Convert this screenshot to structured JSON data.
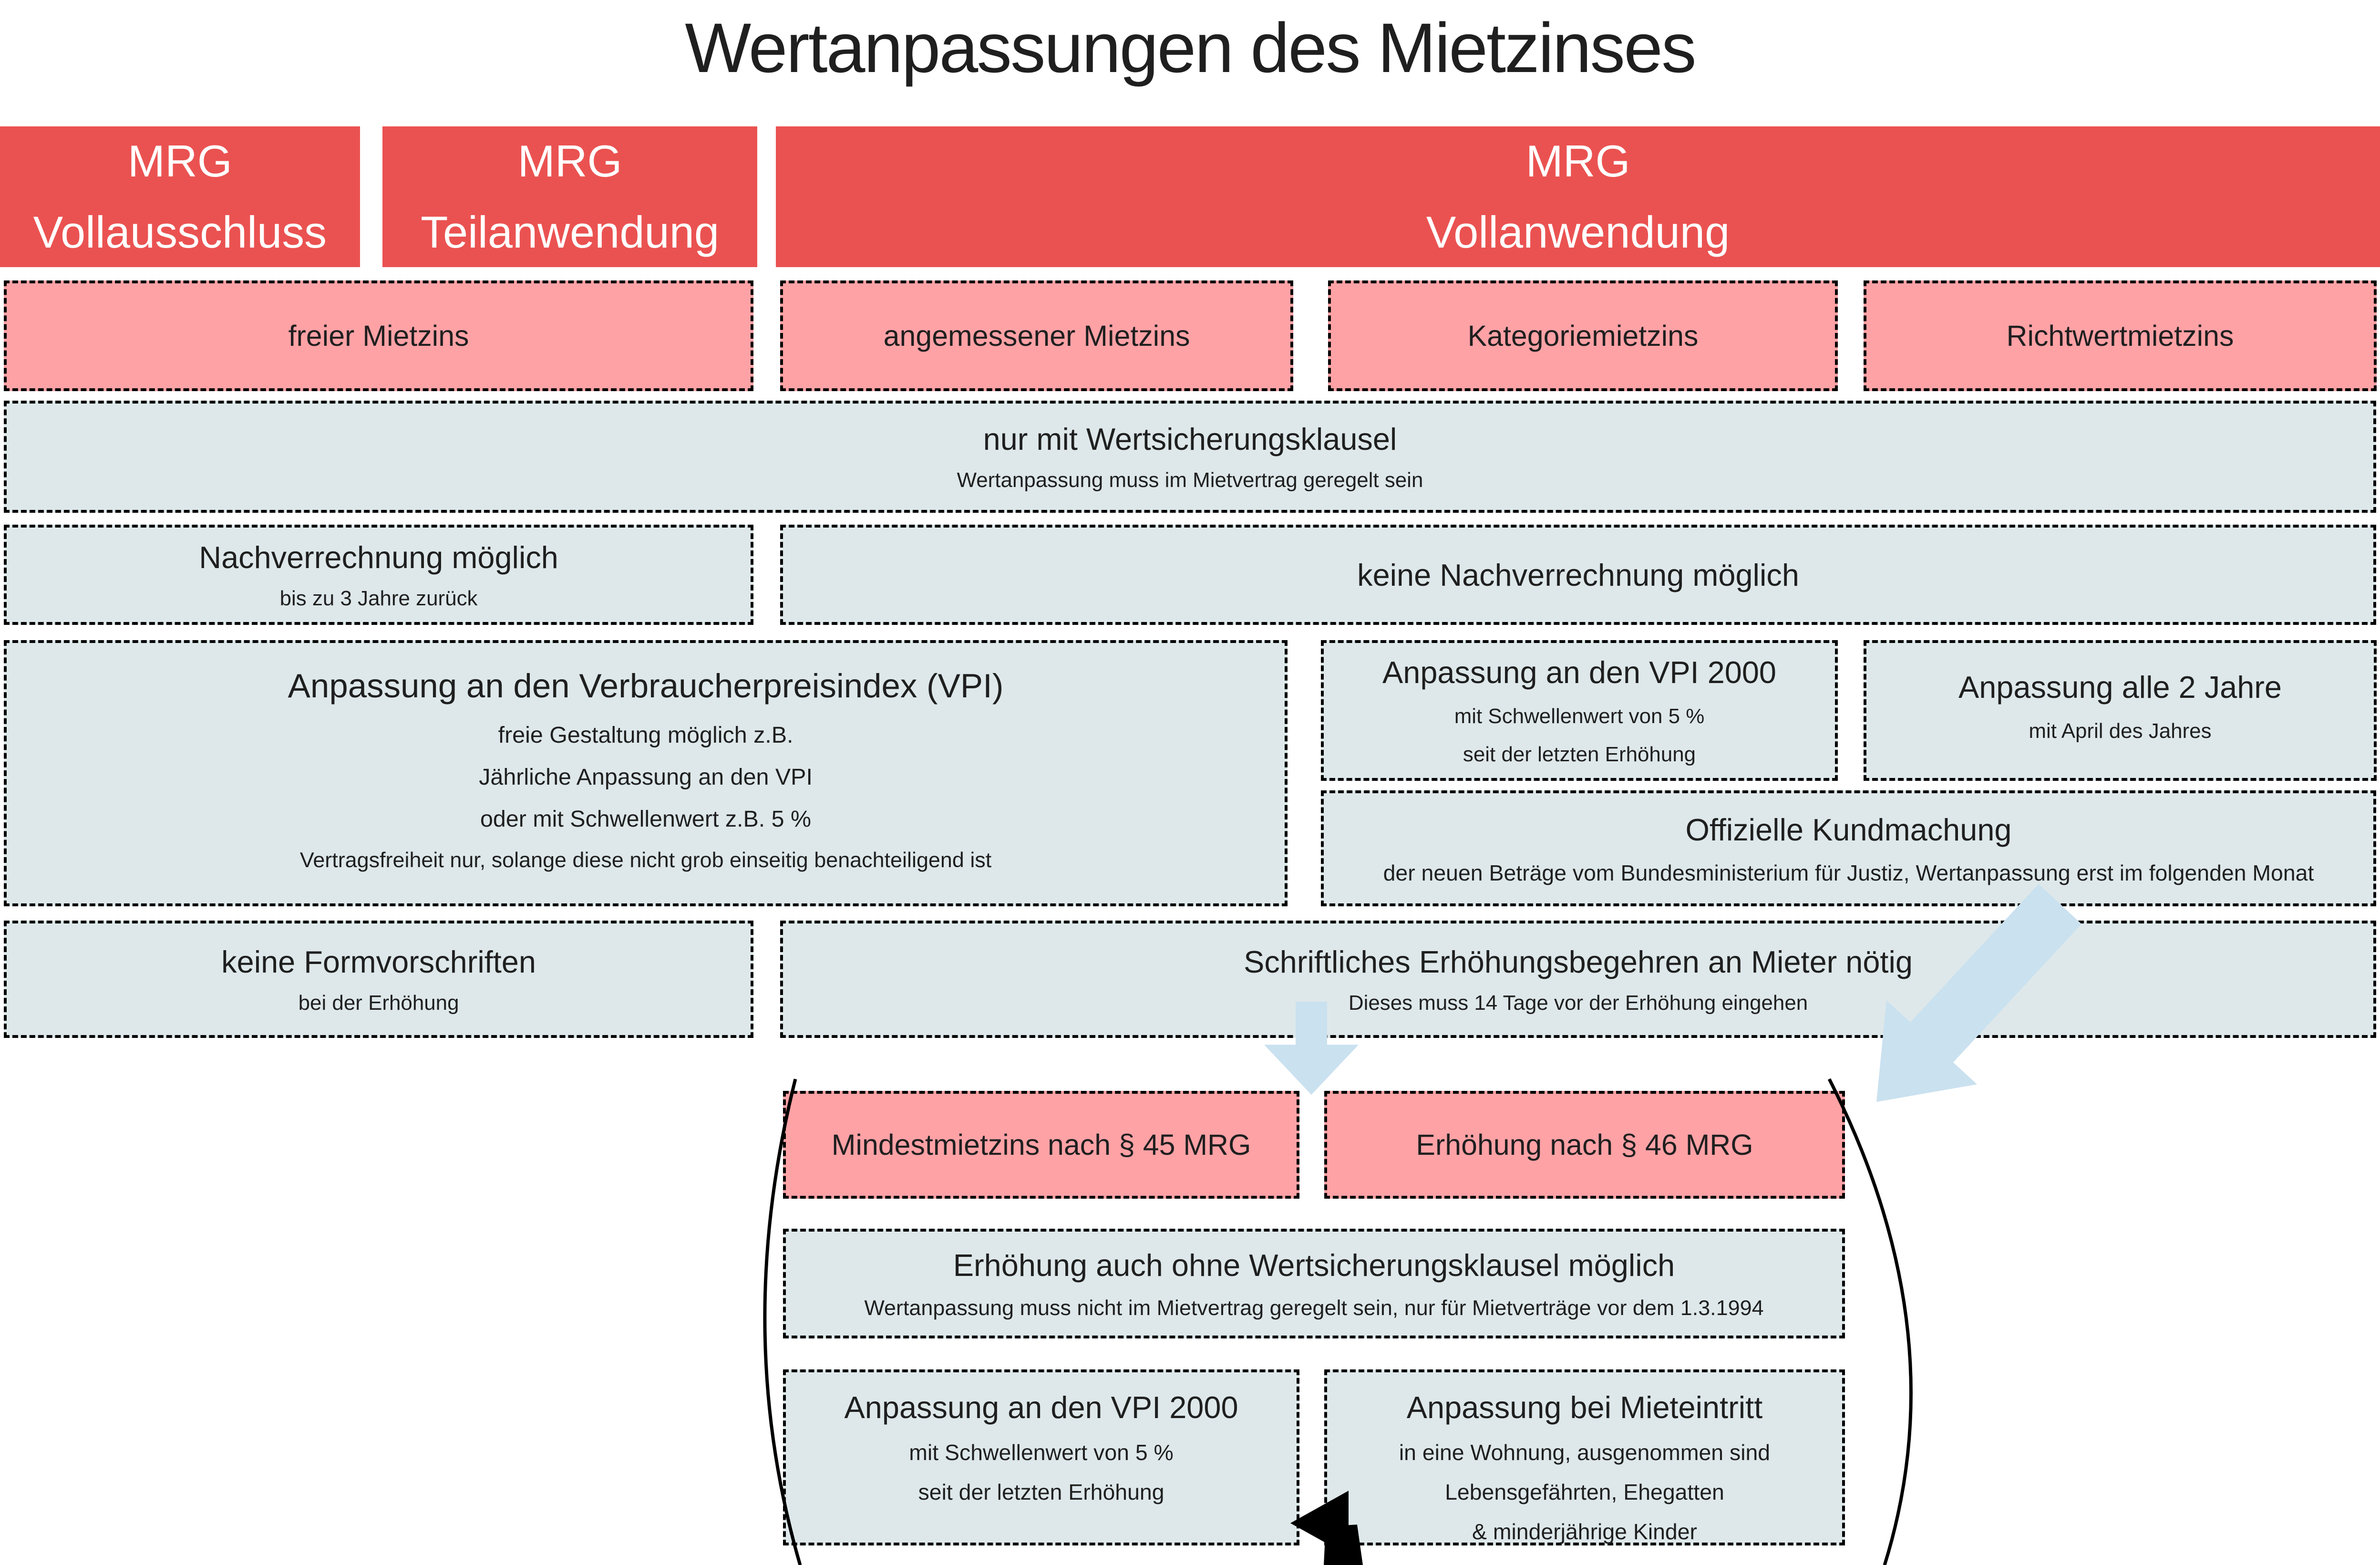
{
  "title": "Wertanpassungen des Mietzinses",
  "colors": {
    "red": "#EA5251",
    "pink": "#FFA2A6",
    "box": "#DEE8EA",
    "arrow_blue": "#CAE1EF",
    "border": "#000000",
    "text": "#1F1F1F"
  },
  "headers": [
    {
      "line1": "MRG",
      "line2": "Vollausschluss"
    },
    {
      "line1": "MRG",
      "line2": "Teilanwendung"
    },
    {
      "line1": "MRG",
      "line2": "Vollanwendung"
    }
  ],
  "rent_types": [
    {
      "label": "freier Mietzins"
    },
    {
      "label": "angemessener Mietzins"
    },
    {
      "label": "Kategoriemietzins"
    },
    {
      "label": "Richtwertmietzins"
    }
  ],
  "wertsicherungsklausel": {
    "title": "nur mit Wertsicherungsklausel",
    "subtitle": "Wertanpassung muss im Mietvertrag geregelt sein"
  },
  "nachverrechnung": {
    "title": "Nachverrechnung möglich",
    "subtitle": "bis zu 3 Jahre zurück"
  },
  "keine_nachverrechnung": {
    "title": "keine Nachverrechnung möglich"
  },
  "vpi_frei": {
    "title": "Anpassung an den Verbraucherpreisindex (VPI)",
    "lines": [
      "freie Gestaltung möglich z.B.",
      "Jährliche Anpassung an den VPI",
      "oder mit Schwellenwert z.B. 5 %"
    ],
    "note": "Vertragsfreiheit nur, solange diese nicht grob einseitig benachteiligend ist"
  },
  "vpi_2000": {
    "title": "Anpassung an den VPI 2000",
    "lines": [
      "mit Schwellenwert von 5 %",
      "seit der letzten Erhöhung"
    ]
  },
  "alle_2_jahre": {
    "title": "Anpassung alle 2 Jahre",
    "lines": [
      "mit April des Jahres"
    ]
  },
  "kundmachung": {
    "title": "Offizielle Kundmachung",
    "subtitle": "der neuen Beträge vom Bundesministerium für Justiz, Wertanpassung erst im folgenden Monat"
  },
  "formvorschriften": {
    "title": "keine Formvorschriften",
    "subtitle": "bei der Erhöhung"
  },
  "erhoehungsbegehren": {
    "title": "Schriftliches Erhöhungsbegehren an Mieter nötig",
    "subtitle": "Dieses muss 14 Tage vor der Erhöhung eingehen"
  },
  "mindestmietzins": {
    "title": "Mindestmietzins nach § 45 MRG"
  },
  "erhoehung_46": {
    "title": "Erhöhung nach § 46 MRG"
  },
  "ohne_klausel": {
    "title": "Erhöhung auch ohne Wertsicherungsklausel möglich",
    "subtitle": "Wertanpassung muss nicht im Mietvertrag geregelt sein, nur für Mietverträge vor dem 1.3.1994"
  },
  "vpi_2000_unten": {
    "title": "Anpassung an den VPI 2000",
    "lines": [
      "mit Schwellenwert von 5 %",
      "seit der letzten Erhöhung"
    ]
  },
  "mieteintritt": {
    "title": "Anpassung bei Mieteintritt",
    "lines": [
      "in eine Wohnung, ausgenommen sind",
      "Lebensgefährten, Ehegatten",
      "& minderjährige Kinder"
    ]
  },
  "icons": {
    "small_blue_arrow": "arrow-down",
    "big_blue_arrow": "arrow-down-left",
    "loop_back_arrow": "arrow-left",
    "left_arc": "opening-parenthesis-arc",
    "right_arc": "closing-parenthesis-arc"
  }
}
